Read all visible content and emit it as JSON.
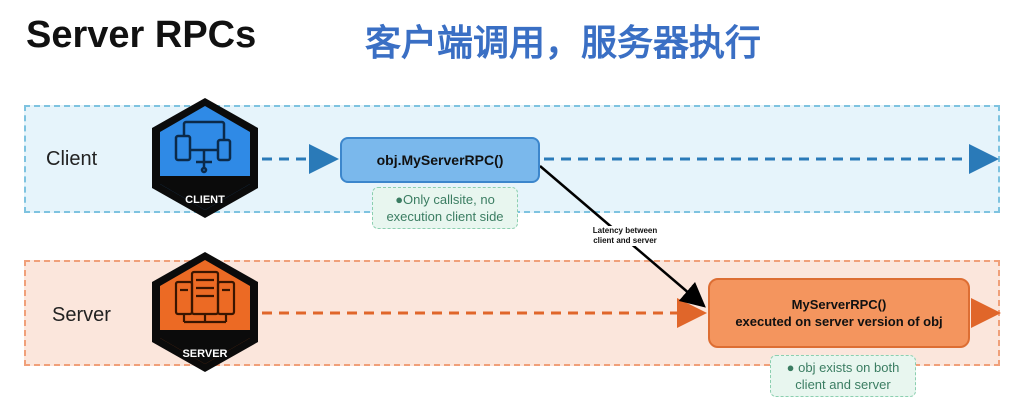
{
  "header": {
    "title": "Server RPCs",
    "subtitle": "客户端调用，服务器执行"
  },
  "lanes": {
    "client_label": "Client",
    "server_label": "Server"
  },
  "badges": {
    "client": {
      "label": "CLIENT",
      "icon": "devices-icon",
      "color": "#2f8ae6"
    },
    "server": {
      "label": "SERVER",
      "icon": "server-rack-icon",
      "color": "#ec6a24"
    }
  },
  "nodes": {
    "call": {
      "label": "obj.MyServerRPC()"
    },
    "exec": {
      "line1": "MyServerRPC()",
      "line2": "executed on server version of obj"
    }
  },
  "notes": {
    "callsite": {
      "line1": "Only callsite, no",
      "line2": "execution client side"
    },
    "exists": {
      "line1": "obj exists on both",
      "line2": "client and server"
    }
  },
  "latency": {
    "line1": "Latency between",
    "line2": "client and server"
  },
  "colors": {
    "client_arrow": "#2a7ab8",
    "server_arrow": "#e0662a",
    "latency_arrow": "#000000"
  }
}
